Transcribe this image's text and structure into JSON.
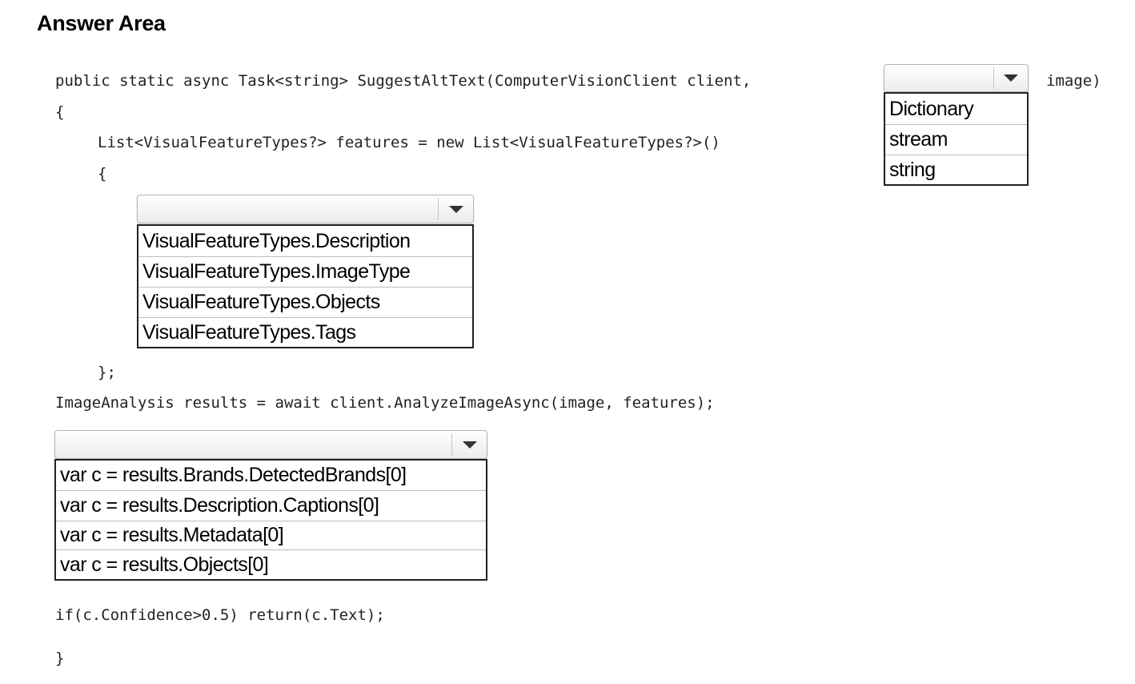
{
  "title": "Answer Area",
  "code": {
    "line1": "public static async Task<string> SuggestAltText(ComputerVisionClient client,",
    "line1_end": "image)",
    "line2": "{",
    "line3": "List<VisualFeatureTypes?> features = new List<VisualFeatureTypes?>()",
    "line4": "{",
    "line5": "};",
    "line6": "ImageAnalysis results = await client.AnalyzeImageAsync(image, features);",
    "line7": "if(c.Confidence>0.5) return(c.Text);",
    "line8": "}"
  },
  "dropdowns": {
    "param_type": {
      "selected": "",
      "options": [
        "Dictionary",
        "stream",
        "string"
      ]
    },
    "features": {
      "selected": "",
      "options": [
        "VisualFeatureTypes.Description",
        "VisualFeatureTypes.ImageType",
        "VisualFeatureTypes.Objects",
        "VisualFeatureTypes.Tags"
      ]
    },
    "result": {
      "selected": "",
      "options": [
        "var c = results.Brands.DetectedBrands[0]",
        "var c = results.Description.Captions[0]",
        "var c = results.Metadata[0]",
        "var c = results.Objects[0]"
      ]
    }
  },
  "icons": {
    "dropdown_arrow": "chevron-down-icon"
  }
}
